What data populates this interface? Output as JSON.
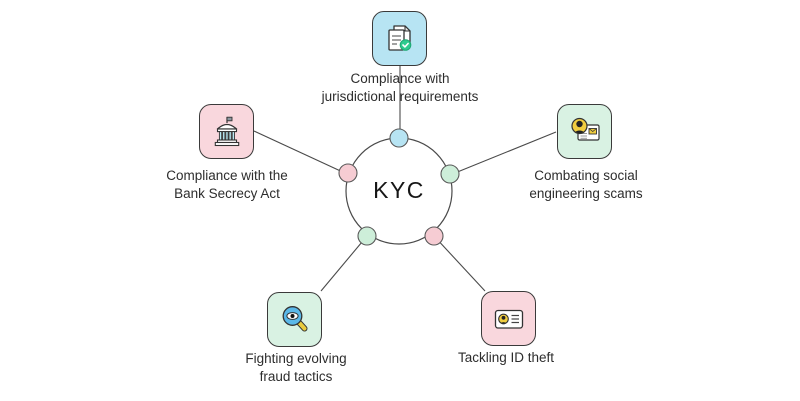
{
  "diagram": {
    "center_label": "KYC",
    "nodes": [
      {
        "id": "jurisdictional-compliance",
        "label": "Compliance with\njurisdictional requirements",
        "icon": "document-check-icon",
        "position": "top",
        "box_color": "#b7e4f3",
        "dot_color": "#b7e4f3"
      },
      {
        "id": "bank-secrecy-act",
        "label": "Compliance with the\nBank Secrecy Act",
        "icon": "bank-icon",
        "position": "left",
        "box_color": "#f9d7dd",
        "dot_color": "#f6ccd3"
      },
      {
        "id": "social-engineering-scams",
        "label": "Combating social\nengineering scams",
        "icon": "contact-card-icon",
        "position": "right",
        "box_color": "#d9f2e3",
        "dot_color": "#cdeed9"
      },
      {
        "id": "evolving-fraud-tactics",
        "label": "Fighting evolving\nfraud tactics",
        "icon": "magnifier-eye-icon",
        "position": "bottom-left",
        "box_color": "#d9f2e3",
        "dot_color": "#cdeed9"
      },
      {
        "id": "id-theft",
        "label": "Tackling ID theft",
        "icon": "id-card-icon",
        "position": "bottom-right",
        "box_color": "#f9d7dd",
        "dot_color": "#f6ccd3"
      }
    ],
    "colors": {
      "background": "#ffffff",
      "outline": "#3a3a3a",
      "connector": "#4a4a4a",
      "text": "#2d2d2d",
      "box_blue": "#b7e4f3",
      "box_pink": "#f9d7dd",
      "box_green": "#d9f2e3",
      "accent_yellow": "#f0cd3f",
      "check_green": "#2fcb8f",
      "lens_blue": "#5bb8e8",
      "column_cyan": "#b9e8f2"
    }
  }
}
